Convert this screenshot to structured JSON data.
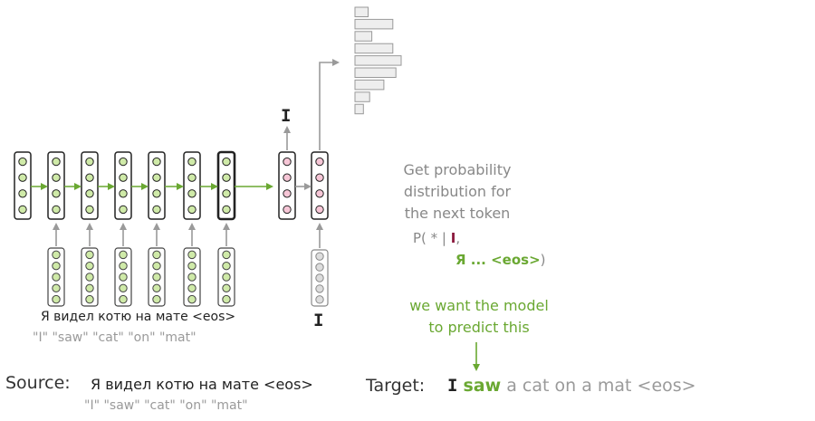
{
  "colors": {
    "encoder_fill": "#cfeaa8",
    "encoder_stroke": "#222222",
    "decoder_fill": "#f6c6d6",
    "decoder_input_fill": "#dddddd",
    "arrow_green": "#6aa832",
    "arrow_gray": "#9a9a9a",
    "histogram_fill": "#eeeeee",
    "histogram_stroke": "#999999",
    "token_maroon": "#8b1a3e"
  },
  "source_tokens_ru": "Я видел котю на мате <eos>",
  "source_tokens_en": "\"I\" \"saw\" \"cat\" \"on\" \"mat\"",
  "decoder_output_token": "I",
  "decoder_input_token": "I",
  "explanation": {
    "line1": "Get probability",
    "line2": "distribution for",
    "line3": "the next token"
  },
  "probability": {
    "prefix": "P( * | ",
    "token": "I",
    "comma": ",",
    "source_ya": "Я",
    "source_rest": " ... <eos>",
    "close": ")"
  },
  "prediction_note": {
    "line1": "we want the model",
    "line2": "to predict this"
  },
  "source_line": {
    "label": "Source:",
    "ru": "Я видел котю на мате <eos>",
    "en": "\"I\"  \"saw\"  \"cat\"  \"on\"  \"mat\""
  },
  "target_line": {
    "label": "Target:",
    "token_done": "I",
    "token_current": "saw",
    "token_rest": "a cat on a mat <eos>"
  },
  "histogram_values": [
    0.25,
    0.72,
    0.32,
    0.72,
    0.88,
    0.78,
    0.55,
    0.28,
    0.16
  ]
}
